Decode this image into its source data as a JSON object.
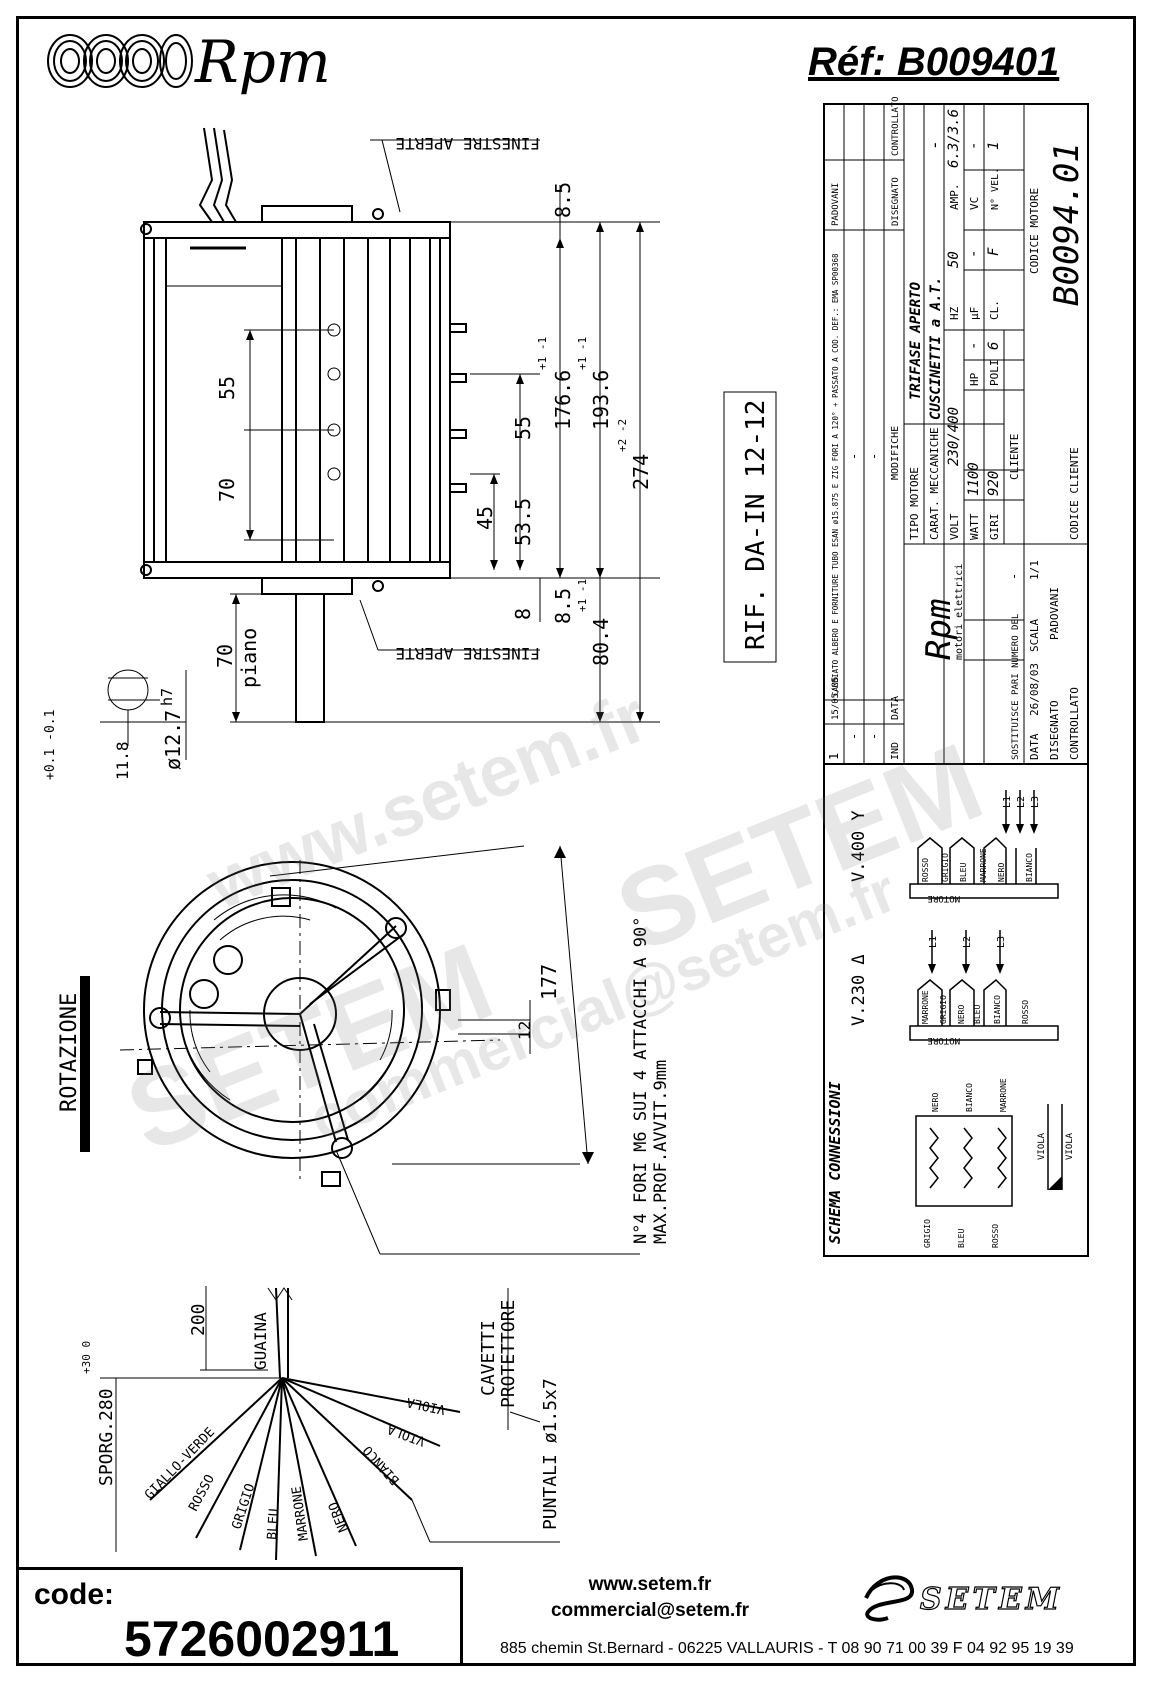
{
  "header": {
    "brand": "Rpm",
    "reference": "Réf:  B009401"
  },
  "drawing": {
    "label_finestre_top": "FINESTRE APERTE",
    "label_finestre_bottom": "FINESTRE APERTE",
    "dim_85_top": "8.5",
    "dim_1766": "176.6",
    "dim_1766_tol": "+1 -1",
    "dim_1936": "193.6",
    "dim_1936_tol": "+1 -1",
    "dim_274": "274",
    "dim_274_tol": "+2 -2",
    "dim_55_left": "55",
    "dim_70_left": "70",
    "dim_55_right": "55",
    "dim_45": "45",
    "dim_535": "53.5",
    "dim_85_bottom": "8.5",
    "dim_8": "8",
    "dim_804": "80.4",
    "dim_804_tol": "+1 -1",
    "dim_70_shaft": "70",
    "piano_label": "piano",
    "dim_h7": "h7",
    "dim_127": "ø12.7",
    "dim_118": "11.8",
    "dim_118_tol": "+0.1 -0.1",
    "rif_label": "RIF. DA-IN 12-12",
    "rotazione_label": "ROTAZIONE",
    "dim_177": "177",
    "dim_12": "12",
    "holes_note_1": "N°4 FORI M6 SUI 4 ATTACCHI A 90°",
    "holes_note_2": "MAX.PROF.AVVIT.9mm",
    "dim_200": "200",
    "guaina_label": "GUAINA",
    "sporg_label": "SPORG.280",
    "sporg_tol": "+30 0",
    "cavetti_label": "CAVETTI",
    "protettore_label": "PROTETTORE",
    "puntali_label": "PUNTALI ø1.5x7",
    "wires": [
      "GIALLO-VERDE",
      "ROSSO",
      "GRIGIO",
      "BLEU",
      "MARRONE",
      "NERO",
      "BIANCO",
      "VIOLA",
      "VIOLA"
    ]
  },
  "title_block": {
    "revisions": [
      {
        "ind": "1",
        "data": "15/05/05",
        "modifiche": "CAMBIATO ALBERO E FORNITURE TUBO ESAN ø15.875 E ZIG FORI A 120° + PASSATO A COD. DEF.: EMA SP00368",
        "disegnato": "PADOVANI",
        "controllato": ""
      },
      {
        "ind": "-",
        "data": "-",
        "modifiche": "-",
        "disegnato": "-",
        "controllato": ""
      },
      {
        "ind": "-",
        "data": "-",
        "modifiche": "-",
        "disegnato": "-",
        "controllato": ""
      },
      {
        "ind": "-",
        "data": "-",
        "modifiche": "-",
        "disegnato": "-",
        "controllato": ""
      }
    ],
    "rev_header": {
      "ind": "IND",
      "data": "DATA",
      "modifiche": "MODIFICHE",
      "disegnato": "DISEGNATO",
      "controllato": "CONTROLLATO"
    },
    "tipo_motore_label": "TIPO MOTORE",
    "tipo_motore_value": "TRIFASE APERTO",
    "carat_label": "CARAT. MECCANICHE",
    "carat_value": "CUSCINETTI a A.T.",
    "volt_label": "VOLT",
    "volt_value": "230/400",
    "hz_label": "HZ",
    "hz_value": "50",
    "amp_label": "AMP.",
    "amp_value": "6.3/3.6",
    "watt_label": "WATT",
    "watt_value": "1100",
    "hp_label": "HP",
    "hp_value": "-",
    "uf_label": "µF",
    "uf_value": "-",
    "vc_label": "VC",
    "vc_value": "-",
    "giri_label": "GIRI",
    "giri_value": "920",
    "poli_label": "POLI",
    "poli_value": "6",
    "cl_label": "CL.",
    "cl_value": "F",
    "nvel_label": "N° VEL.",
    "nvel_value": "1",
    "dash_value": "-",
    "cliente_label": "CLIENTE",
    "codice_motore_label": "CODICE MOTORE",
    "codice_motore_value": "B0094.01",
    "codice_cliente_label": "CODICE CLIENTE",
    "sostituisce_label": "SOSTITUISCE PARI NUMERO DEL",
    "sostituisce_value": "-",
    "data_label": "DATA",
    "data_value": "26/08/03",
    "scala_label": "SCALA",
    "scala_value": "1/1",
    "disegnato_label": "DISEGNATO",
    "disegnato_value": "PADOVANI",
    "controllato_label": "CONTROLLATO",
    "rpm_logo": "Rpm",
    "rpm_sub": "motori elettrici"
  },
  "connections": {
    "title": "SCHEMA CONNESSIONI",
    "v400": "V.400 Y",
    "v230": "V.230 Δ",
    "motore": "MOTORE",
    "l1": "L1",
    "l2": "L2",
    "l3": "L3",
    "y_terminals": [
      "ROSSO",
      "GRIGIO",
      "BLEU",
      "MARRONE",
      "NERO",
      "BIANCO"
    ],
    "d_terminals": [
      "MARRONE",
      "GRIGIO",
      "NERO",
      "BLEU",
      "BIANCO",
      "ROSSO"
    ],
    "winding_top": [
      "NERO",
      "BIANCO",
      "MARRONE"
    ],
    "winding_bottom": [
      "GRIGIO",
      "BLEU",
      "ROSSO"
    ],
    "viola": "VIOLA"
  },
  "footer": {
    "code_label": "code:",
    "code_value": "5726002911",
    "website": "www.setem.fr",
    "email": "commercial@setem.fr",
    "address": "885 chemin St.Bernard  -  06225 VALLAURIS  -  T 08 90 71 00 39  F 04 92 95 19 39",
    "setem_logo": "SETEM"
  },
  "watermarks": {
    "w1": "www.setem.fr",
    "w2": "SETEM",
    "w3": "SETEM",
    "w4": "commercial@setem.fr"
  }
}
